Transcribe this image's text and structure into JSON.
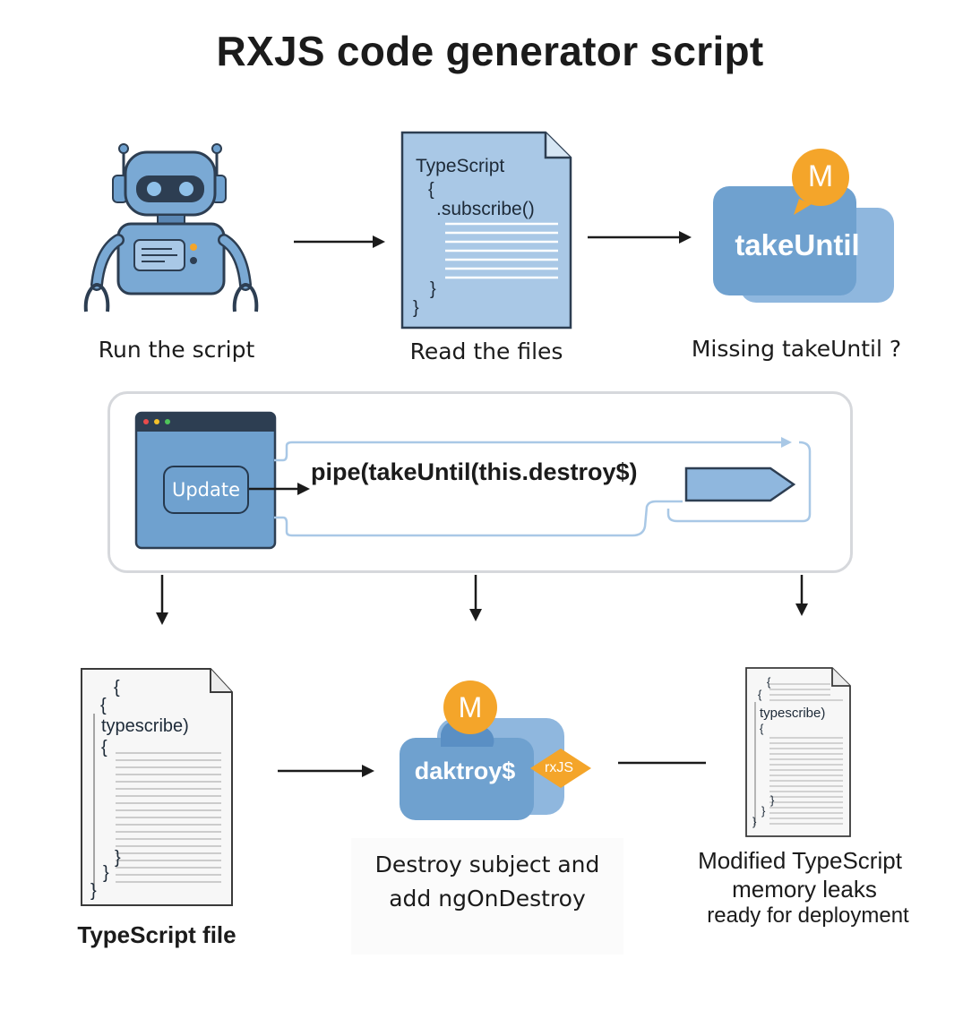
{
  "title": "RXJS code generator script",
  "steps": {
    "run": {
      "label": "Run the script"
    },
    "read": {
      "label": "Read the files",
      "doc_lines": [
        "TypeScript",
        "{",
        ".subscribe()",
        "}",
        "}"
      ]
    },
    "missing": {
      "label": "Missing takeUntil ?",
      "badge": "M",
      "chip": "takeUntil"
    }
  },
  "panel": {
    "button": "Update",
    "pipe_text": "pipe(takeUntil(this.destroy$)"
  },
  "bottom": {
    "file": {
      "label": "TypeScript file",
      "doc_lines": [
        "{",
        "{",
        "typescribe)",
        "{",
        "}",
        "}",
        "}"
      ]
    },
    "destroy": {
      "badge": "M",
      "chip": "daktroy$",
      "tag": "rxJS",
      "label_line1": "Destroy subject and",
      "label_line2": "add ngOnDestroy"
    },
    "modified": {
      "doc_lines": [
        "{",
        "{",
        "typescribe)",
        "{",
        "}",
        "}",
        "}"
      ],
      "label_line1": "Modified TypeScript",
      "label_line2": "memory leaks",
      "label_line3": "ready for deployment"
    }
  },
  "colors": {
    "accent_blue": "#6fa1cf",
    "light_blue": "#a9c8e6",
    "dark_outline": "#2d3e52",
    "badge_orange": "#f4a52a"
  }
}
